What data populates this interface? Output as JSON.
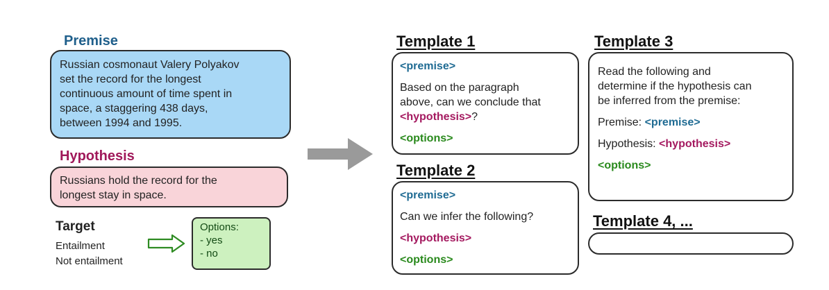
{
  "premise": {
    "heading": "Premise",
    "lines": [
      "Russian cosmonaut Valery Polyakov",
      "set the record for the longest",
      "continuous amount of time spent in",
      "space, a staggering 438 days,",
      "between 1994 and 1995."
    ]
  },
  "hypothesis": {
    "heading": "Hypothesis",
    "lines": [
      "Russians hold the record for the",
      "longest stay in space."
    ]
  },
  "target": {
    "title": "Target",
    "lines": [
      "Entailment",
      "Not entailment"
    ]
  },
  "options_box": {
    "lines": [
      "Options:",
      "-  yes",
      "-  no"
    ]
  },
  "tags": {
    "premise": "<premise>",
    "hypothesis": "<hypothesis>",
    "options": "<options>"
  },
  "template1": {
    "title": "Template 1",
    "lines": [
      "Based on the paragraph",
      "above, can we conclude that"
    ],
    "suffix": "?"
  },
  "template2": {
    "title": "Template 2",
    "text": "Can we infer the following?"
  },
  "template3": {
    "title": "Template 3",
    "lines": [
      "Read the following and",
      "determine if the hypothesis can",
      "be inferred from the premise:"
    ],
    "premise_label": "Premise: ",
    "hypothesis_label": "Hypothesis: "
  },
  "template4": {
    "title": "Template 4, ..."
  },
  "colors": {
    "premise_box": "#a9d8f6",
    "hypothesis_box": "#f9d4d9",
    "options_box": "#cdf1bf",
    "premise_tag": "#1f6b93",
    "hypothesis_tag": "#a4195f",
    "options_tag": "#2a8a1d",
    "arrow": "#9a9a9a"
  },
  "icons": {
    "big_arrow": "right-arrow-icon",
    "small_arrow": "outline-right-arrow-icon"
  }
}
